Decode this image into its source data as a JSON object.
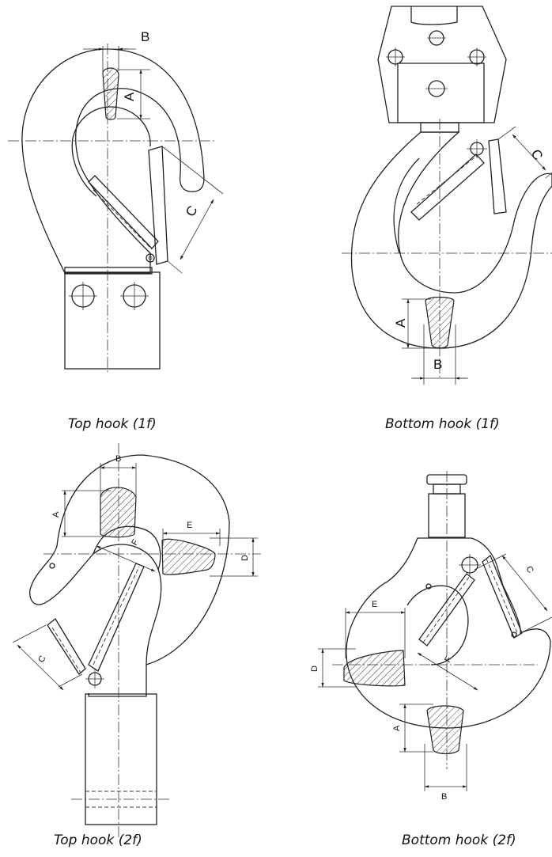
{
  "captions": {
    "top_1f": "Top hook (1f)",
    "bottom_1f": "Bottom hook (1f)",
    "top_2f": "Top hook (2f)",
    "bottom_2f": "Bottom hook (2f)"
  },
  "labels": {
    "a": "A",
    "b": "B",
    "c": "C",
    "d": "D",
    "e": "E",
    "f": "F"
  }
}
